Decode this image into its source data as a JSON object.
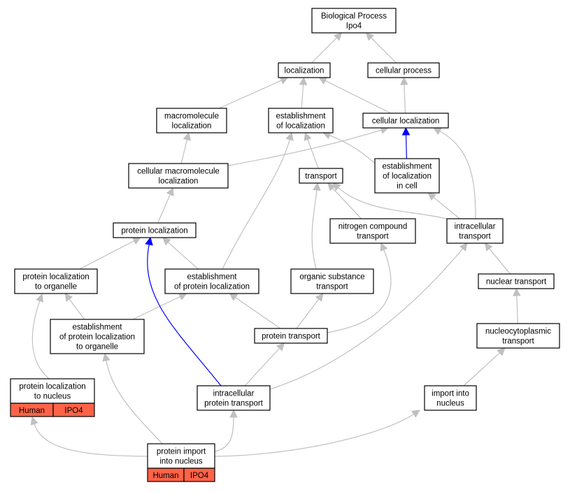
{
  "colors": {
    "edge_default": "#c0c0c0",
    "edge_highlight": "#0000ff",
    "annotation_fill": "#ff6347",
    "node_fill": "#ffffff",
    "node_stroke": "#000000"
  },
  "nodes": [
    {
      "id": "bp",
      "lines": [
        "Biological Process",
        "Ipo4"
      ]
    },
    {
      "id": "loc",
      "lines": [
        "localization"
      ]
    },
    {
      "id": "cp",
      "lines": [
        "cellular process"
      ]
    },
    {
      "id": "mml",
      "lines": [
        "macromolecule",
        "localization"
      ]
    },
    {
      "id": "eol",
      "lines": [
        "establishment",
        "of localization"
      ]
    },
    {
      "id": "cl",
      "lines": [
        "cellular localization"
      ]
    },
    {
      "id": "cmml",
      "lines": [
        "cellular macromolecule",
        "localization"
      ]
    },
    {
      "id": "tr",
      "lines": [
        "transport"
      ]
    },
    {
      "id": "eolc",
      "lines": [
        "establishment",
        "of localization",
        "in cell"
      ]
    },
    {
      "id": "pl",
      "lines": [
        "protein localization"
      ]
    },
    {
      "id": "nct",
      "lines": [
        "nitrogen compound",
        "transport"
      ]
    },
    {
      "id": "it",
      "lines": [
        "intracellular",
        "transport"
      ]
    },
    {
      "id": "plo",
      "lines": [
        "protein localization",
        "to organelle"
      ]
    },
    {
      "id": "epl",
      "lines": [
        "establishment",
        "of protein localization"
      ]
    },
    {
      "id": "ost",
      "lines": [
        "organic substance",
        "transport"
      ]
    },
    {
      "id": "nt",
      "lines": [
        "nuclear transport"
      ]
    },
    {
      "id": "eplo",
      "lines": [
        "establishment",
        "of protein localization",
        "to organelle"
      ]
    },
    {
      "id": "pt",
      "lines": [
        "protein transport"
      ]
    },
    {
      "id": "nuct",
      "lines": [
        "nucleocytoplasmic",
        "transport"
      ]
    },
    {
      "id": "pln",
      "lines": [
        "protein localization",
        "to nucleus"
      ],
      "annotation": [
        "Human",
        "IPO4"
      ]
    },
    {
      "id": "ipt",
      "lines": [
        "intracellular",
        "protein transport"
      ]
    },
    {
      "id": "iin",
      "lines": [
        "import into",
        "nucleus"
      ]
    },
    {
      "id": "pin",
      "lines": [
        "protein import",
        "into nucleus"
      ],
      "annotation": [
        "Human",
        "IPO4"
      ]
    }
  ],
  "edges": [
    {
      "from": "loc",
      "to": "bp"
    },
    {
      "from": "cp",
      "to": "bp"
    },
    {
      "from": "mml",
      "to": "loc"
    },
    {
      "from": "eol",
      "to": "loc"
    },
    {
      "from": "cl",
      "to": "loc"
    },
    {
      "from": "cl",
      "to": "cp"
    },
    {
      "from": "cmml",
      "to": "mml"
    },
    {
      "from": "cmml",
      "to": "cl"
    },
    {
      "from": "tr",
      "to": "eol"
    },
    {
      "from": "eolc",
      "to": "eol"
    },
    {
      "from": "eolc",
      "to": "cl",
      "highlight": true
    },
    {
      "from": "pl",
      "to": "cmml"
    },
    {
      "from": "nct",
      "to": "tr"
    },
    {
      "from": "it",
      "to": "tr"
    },
    {
      "from": "it",
      "to": "eolc"
    },
    {
      "from": "it",
      "to": "cl"
    },
    {
      "from": "plo",
      "to": "pl"
    },
    {
      "from": "epl",
      "to": "pl"
    },
    {
      "from": "epl",
      "to": "eol"
    },
    {
      "from": "ost",
      "to": "tr"
    },
    {
      "from": "nt",
      "to": "it"
    },
    {
      "from": "eplo",
      "to": "plo"
    },
    {
      "from": "eplo",
      "to": "epl"
    },
    {
      "from": "pt",
      "to": "epl"
    },
    {
      "from": "pt",
      "to": "ost"
    },
    {
      "from": "pt",
      "to": "nct"
    },
    {
      "from": "nuct",
      "to": "nt"
    },
    {
      "from": "pln",
      "to": "plo"
    },
    {
      "from": "ipt",
      "to": "pt"
    },
    {
      "from": "ipt",
      "to": "it"
    },
    {
      "from": "ipt",
      "to": "pl",
      "highlight": true
    },
    {
      "from": "iin",
      "to": "nuct"
    },
    {
      "from": "pin",
      "to": "pln"
    },
    {
      "from": "pin",
      "to": "eplo"
    },
    {
      "from": "pin",
      "to": "ipt"
    },
    {
      "from": "pin",
      "to": "iin"
    }
  ]
}
